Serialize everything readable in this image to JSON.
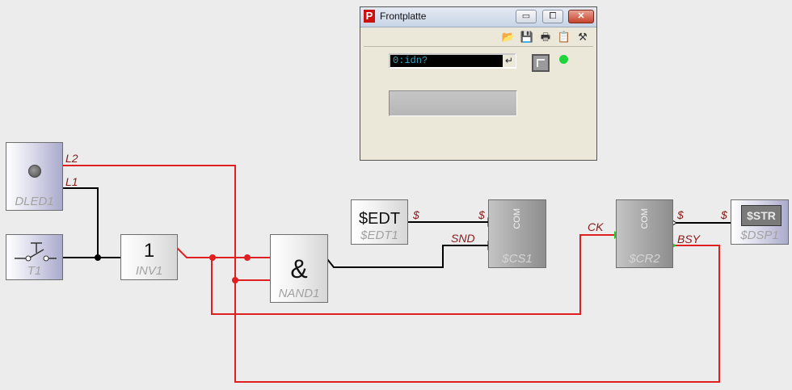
{
  "colors": {
    "wire_black": "#000000",
    "wire_red": "#e02020",
    "pin_red": "#8a1a1a",
    "port_green": "#22cc22",
    "led_green": "#1fd43a"
  },
  "blocks": {
    "dled1": {
      "name": "DLED1",
      "pins": {
        "l2": "L2",
        "l1": "L1"
      }
    },
    "t1": {
      "name": "T1"
    },
    "inv1": {
      "name": "INV1",
      "symbol": "1"
    },
    "nand1": {
      "name": "NAND1",
      "symbol": "&"
    },
    "edt1": {
      "name": "$EDT1",
      "symbol": "$EDT",
      "pin_out": "$"
    },
    "cs1": {
      "name": "$CS1",
      "label": "COM",
      "pin_in": "$",
      "pin_snd": "SND"
    },
    "cr2": {
      "name": "$CR2",
      "label": "COM",
      "pin_ck": "CK",
      "pin_out": "$",
      "pin_bsy": "BSY"
    },
    "dsp1": {
      "name": "$DSP1",
      "display": "$STR",
      "pin_in": "$"
    }
  },
  "dialog": {
    "title": "Frontplatte",
    "app_icon": "profilab-icon",
    "window_buttons": {
      "minimize": "▭",
      "maximize": "⧠",
      "close": "✕"
    },
    "toolbar": [
      {
        "name": "open-folder-icon",
        "glyph": "📂"
      },
      {
        "name": "save-icon",
        "glyph": "💾"
      },
      {
        "name": "print-icon",
        "glyph": "🖶"
      },
      {
        "name": "clipboard-icon",
        "glyph": "📋"
      },
      {
        "name": "tools-icon",
        "glyph": "⚒"
      }
    ],
    "input_value": "0:idn?",
    "enter_glyph": "↵"
  }
}
